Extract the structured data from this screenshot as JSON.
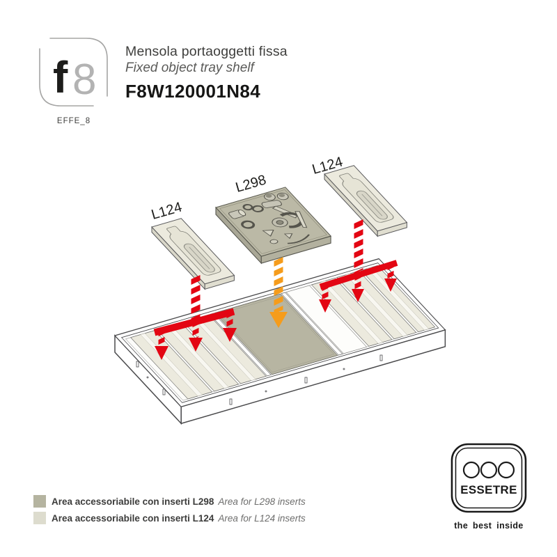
{
  "theme": {
    "red": "#e30613",
    "orange": "#f59c1c",
    "olive": "#b7b5a2",
    "olivedark": "#a9a796",
    "beige": "#eceade",
    "beigedark": "#d9d7c9",
    "line": "#4a4a4c"
  },
  "header": {
    "logo_main": "f",
    "logo_accent": "8",
    "logo_caption": "EFFE_8",
    "title_it": "Mensola portaoggetti fissa",
    "title_en": "Fixed object tray shelf",
    "product_code": "F8W120001N84"
  },
  "diagram": {
    "label_left": "L124",
    "label_center": "L298",
    "label_right": "L124"
  },
  "legend": {
    "rows": [
      {
        "swatch": "#b5b4a0",
        "label_it": "Area accessoriabile con inserti L298",
        "label_en": "Area for L298 inserts"
      },
      {
        "swatch": "#dddcce",
        "label_it": "Area accessoriabile con inserti L124",
        "label_en": "Area for L124 inserts"
      }
    ]
  },
  "footer": {
    "brand": "ESSETRE",
    "tagline": "the best inside"
  }
}
